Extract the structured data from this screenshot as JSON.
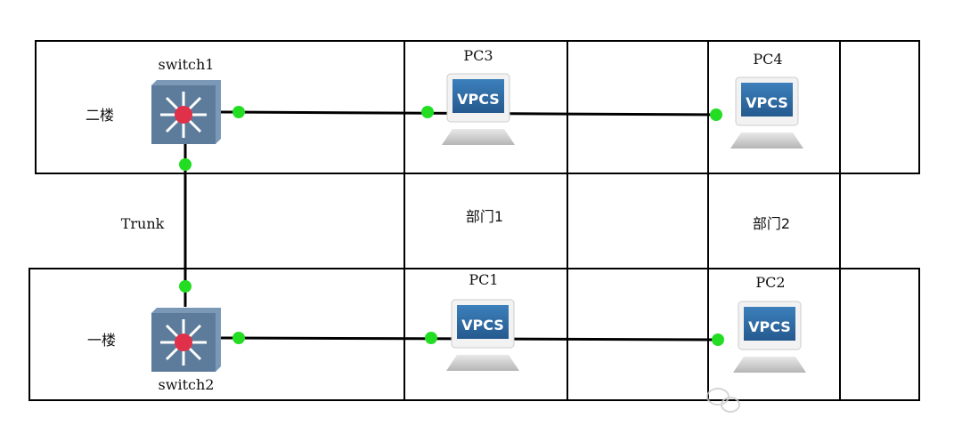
{
  "zones": {
    "floor2": "二楼",
    "floor1": "一楼",
    "dept1": "部门1",
    "dept2": "部门2"
  },
  "link_label": "Trunk",
  "devices": {
    "switch1": "switch1",
    "switch2": "switch2",
    "pc1": "PC1",
    "pc2": "PC2",
    "pc3": "PC3",
    "pc4": "PC4",
    "vpcs": "VPCS"
  },
  "colors": {
    "port": "#22dd22",
    "switch": "#5d7c9c",
    "switch_center": "#e0304a",
    "pc_screen": "#2f6fa8"
  }
}
